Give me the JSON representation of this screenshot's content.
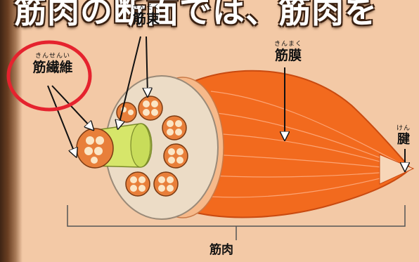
{
  "headline": "筋肉の断面では、筋肉を",
  "labels": {
    "fascicle": {
      "ruby": "きんそく",
      "text": "筋束"
    },
    "fiber": {
      "ruby": "きんせんい",
      "text": "筋繊維"
    },
    "membrane": {
      "ruby": "きんまく",
      "text": "筋膜"
    },
    "tendon": {
      "ruby": "けん",
      "text": "腱"
    },
    "muscle": {
      "text": "筋肉"
    }
  },
  "colors": {
    "background": "#f3c9a6",
    "muscle_orange": "#f26a1e",
    "fascicle_fill": "#e87f3a",
    "fiber_dot": "#fbe6c6",
    "fiber_core": "#d6e66a",
    "highlight_circle": "#e5232e"
  }
}
